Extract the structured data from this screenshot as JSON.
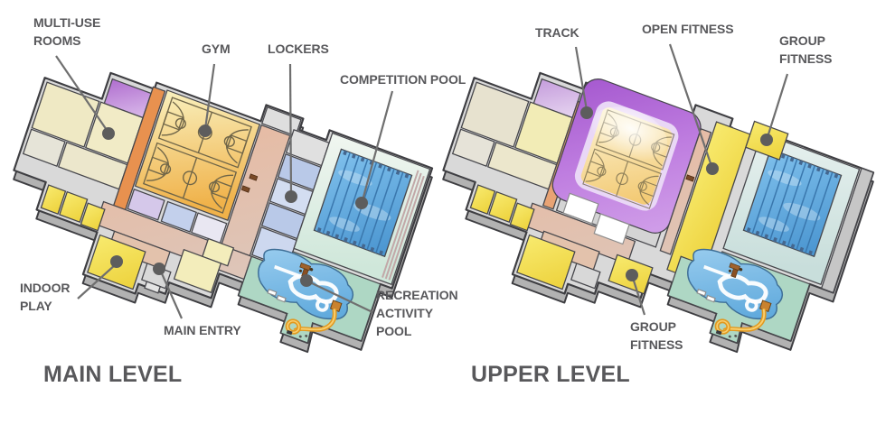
{
  "diagram": {
    "type": "isometric-facility-floorplans",
    "levels": [
      {
        "id": "main",
        "title": "MAIN LEVEL",
        "labels": [
          {
            "id": "multi-use-rooms",
            "text": "MULTI-USE\nROOMS"
          },
          {
            "id": "gym",
            "text": "GYM"
          },
          {
            "id": "lockers",
            "text": "LOCKERS"
          },
          {
            "id": "competition-pool",
            "text": "COMPETITION POOL"
          },
          {
            "id": "recreation-activity-pool",
            "text": "RECREATION\nACTIVITY\nPOOL"
          },
          {
            "id": "main-entry",
            "text": "MAIN ENTRY"
          },
          {
            "id": "indoor-play",
            "text": "INDOOR\nPLAY"
          }
        ]
      },
      {
        "id": "upper",
        "title": "UPPER LEVEL",
        "labels": [
          {
            "id": "track",
            "text": "TRACK"
          },
          {
            "id": "open-fitness",
            "text": "OPEN FITNESS"
          },
          {
            "id": "group-fitness-upper",
            "text": "GROUP\nFITNESS"
          },
          {
            "id": "group-fitness-lower",
            "text": "GROUP\nFITNESS"
          }
        ]
      }
    ],
    "colors": {
      "label_text": "#58585b",
      "leader_line": "#6f6f6f",
      "marker_dot": "#5d5d5d",
      "outline": "#3e3e42",
      "wall_gray": "#d9d9d9",
      "plate_edge": "#b2b2b2",
      "gym_floor_orange": "#f0b24a",
      "court_line": "#6f6548",
      "track_purple": "#a558cf",
      "purple_room": "#b06ecf",
      "orange_band": "#e8914f",
      "corridor_salmon": "#e8b096",
      "locker_blue": "#b9c9e8",
      "pool_water_blue": "#55a3d8",
      "pool_deck_mint": "#dcefe3",
      "rec_deck_teal": "#abd6c3",
      "bright_yellow": "#f4dd4a",
      "pale_yellow": "#f3edbb",
      "cream": "#efe9c4",
      "slide_orange": "#e2991f",
      "white": "#ffffff"
    }
  }
}
